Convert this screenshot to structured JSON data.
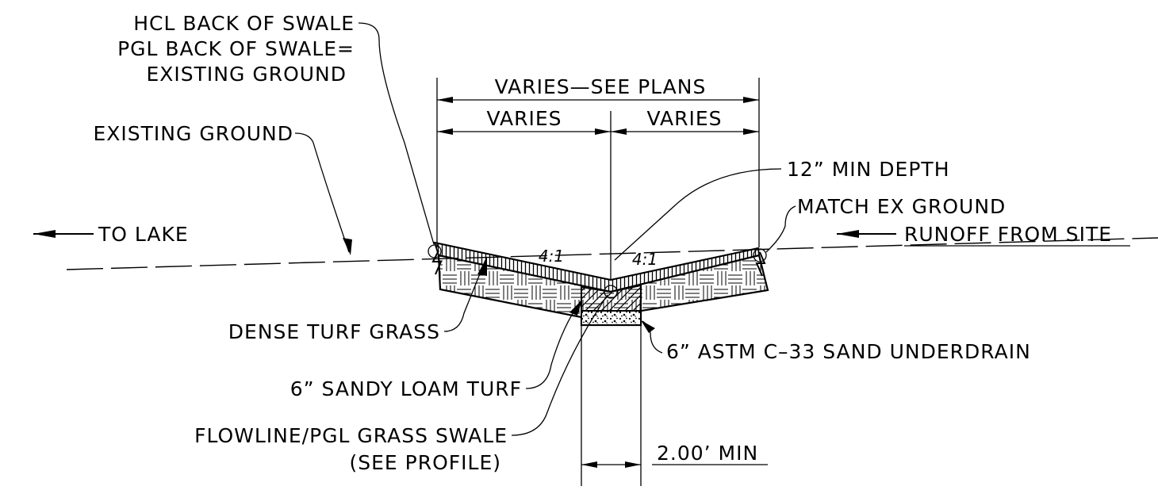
{
  "labels": {
    "hcl_back_of_swale": "HCL BACK OF SWALE",
    "pgl_back_of_swale": "PGL BACK OF SWALE=",
    "existing_ground_top": "EXISTING GROUND",
    "existing_ground_left": "EXISTING GROUND",
    "varies_see_plans": "VARIES—SEE PLANS",
    "varies_left": "VARIES",
    "varies_right": "VARIES",
    "min_depth": "12” MIN DEPTH",
    "match_ex_ground": "MATCH EX GROUND",
    "to_lake": "TO LAKE",
    "runoff_from_site": "RUNOFF FROM SITE",
    "slope_left": "4:1",
    "slope_right": "4:1",
    "dense_turf_grass": "DENSE TURF GRASS",
    "sand_underdrain": "6” ASTM C–33 SAND UNDERDRAIN",
    "sandy_loam_turf": "6” SANDY LOAM TURF",
    "flowline_pgl": "FLOWLINE/PGL GRASS SWALE",
    "see_profile": "(SEE PROFILE)",
    "min_width": "2.00’ MIN"
  }
}
